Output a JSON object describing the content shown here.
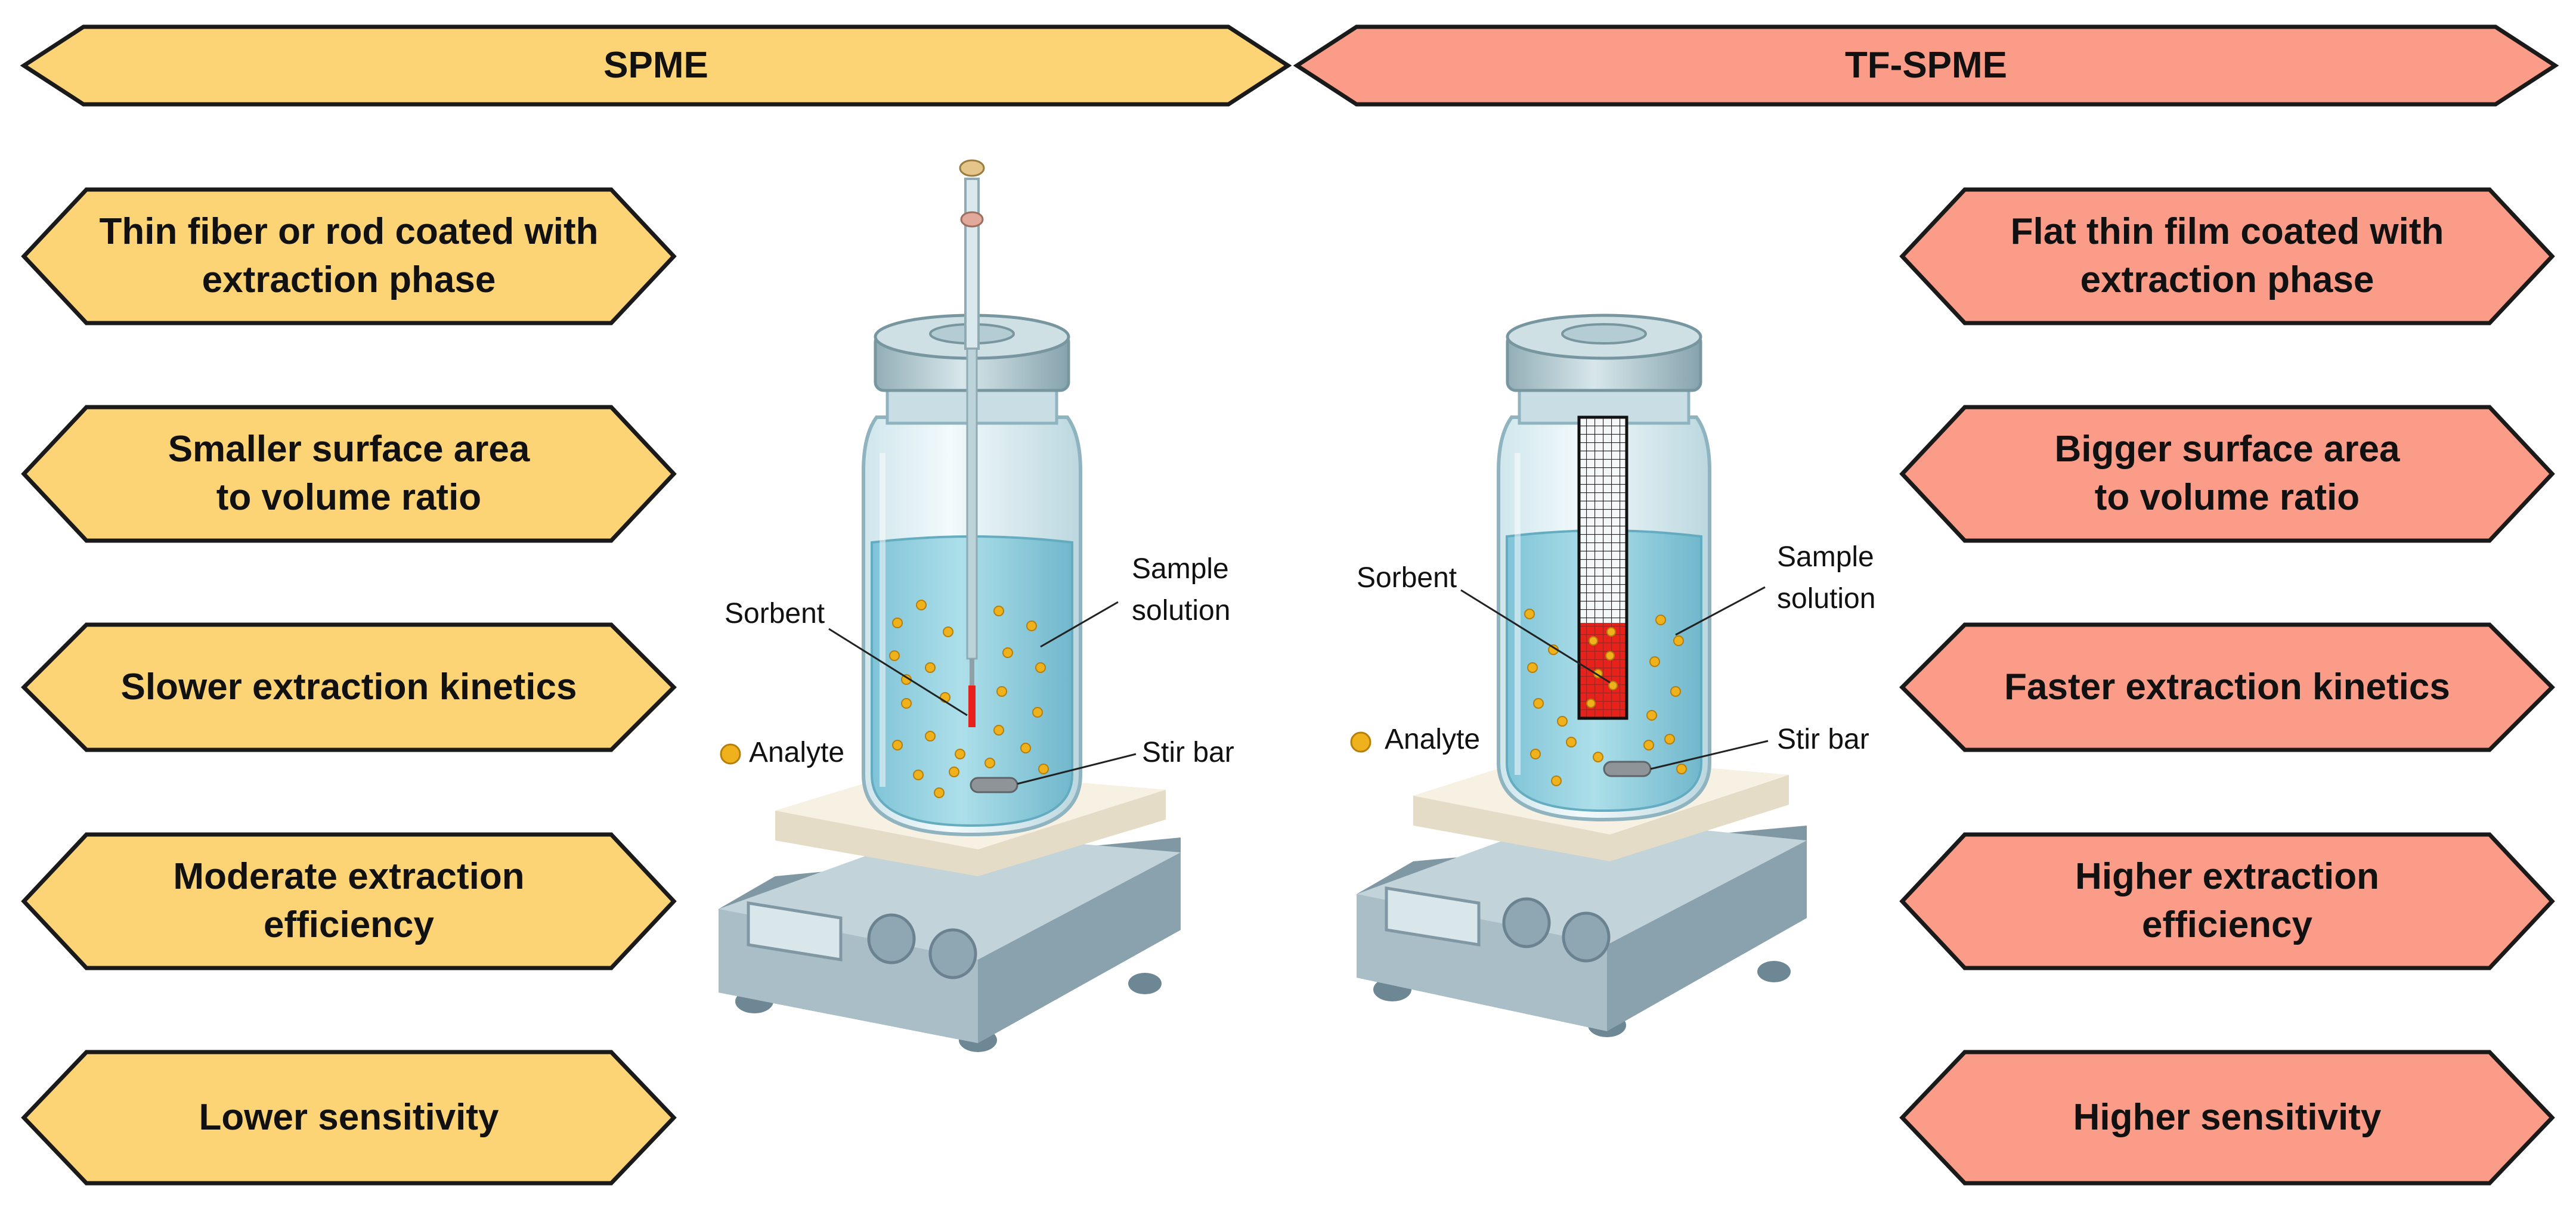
{
  "colors": {
    "spme_fill": "#FDD475",
    "tf_fill": "#FA9C87",
    "outline": "#1a1a1a",
    "liquid": "#8FD0DF",
    "sorbent": "#E8221B",
    "analyte": "#F0B21C",
    "stirrer_body": "#9FB4BF",
    "plate_top": "#F4EEDD"
  },
  "banners": {
    "left": "SPME",
    "right": "TF-SPME"
  },
  "spme": [
    "Thin fiber or rod coated with\nextraction phase",
    "Smaller surface area\nto volume ratio",
    "Slower extraction kinetics",
    "Moderate extraction\nefficiency",
    "Lower sensitivity"
  ],
  "tf_spme": [
    "Flat thin film coated with\nextraction phase",
    "Bigger surface area\nto volume ratio",
    "Faster extraction kinetics",
    "Higher extraction\nefficiency",
    "Higher sensitivity"
  ],
  "labels_left": {
    "sorbent": "Sorbent",
    "sample": "Sample\nsolution",
    "analyte": "Analyte",
    "stirbar": "Stir bar"
  },
  "labels_right": {
    "sorbent": "Sorbent",
    "sample": "Sample\nsolution",
    "analyte": "Analyte",
    "stirbar": "Stir bar"
  },
  "icons": [
    "analyte-dot-icon",
    "vial-icon",
    "magnetic-stirrer-icon",
    "spme-fiber-icon",
    "thin-film-icon"
  ]
}
